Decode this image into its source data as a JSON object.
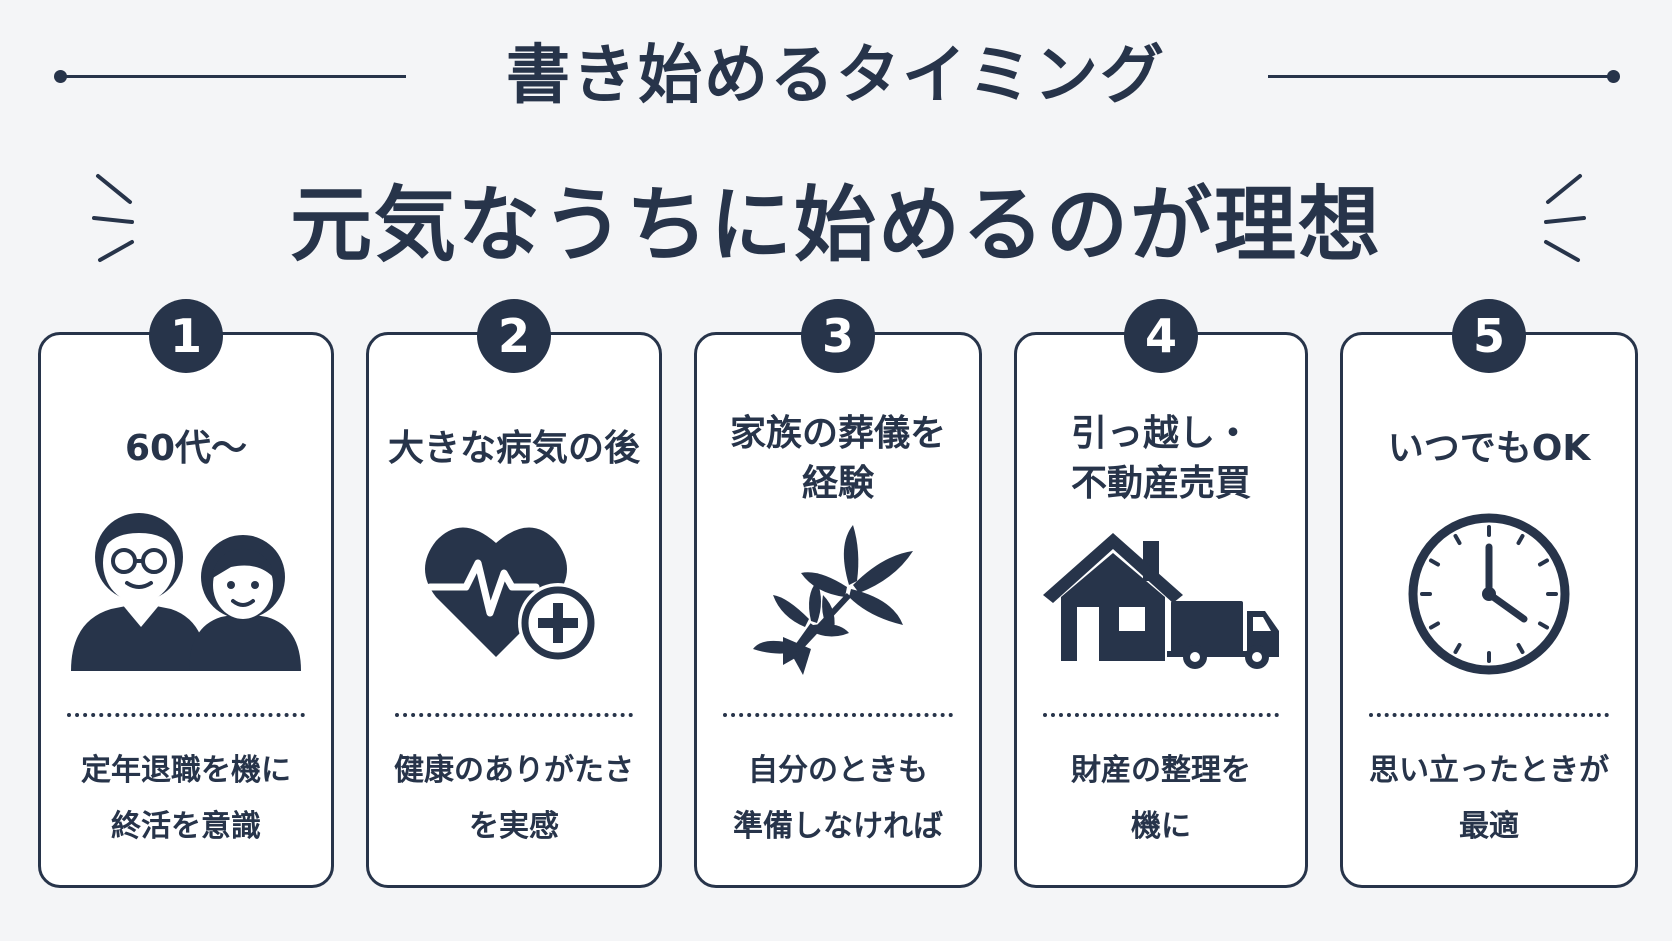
{
  "header": {
    "title": "書き始めるタイミング",
    "subtitle": "元気なうちに始めるのが理想"
  },
  "colors": {
    "ink": "#27344a",
    "background": "#f4f5f7",
    "card": "#ffffff"
  },
  "cards": [
    {
      "number": "1",
      "title": "60代〜",
      "icon": "elderly-couple-icon",
      "description": "定年退職を機に\n終活を意識"
    },
    {
      "number": "2",
      "title": "大きな病気の後",
      "icon": "heart-health-icon",
      "description": "健康のありがたさ\nを実感"
    },
    {
      "number": "3",
      "title": "家族の葬儀を\n経験",
      "icon": "lily-flower-icon",
      "description": "自分のときも\n準備しなければ"
    },
    {
      "number": "4",
      "title": "引っ越し・\n不動産売買",
      "icon": "house-truck-icon",
      "description": "財産の整理を\n機に"
    },
    {
      "number": "5",
      "title": "いつでもOK",
      "icon": "clock-icon",
      "description": "思い立ったときが\n最適"
    }
  ]
}
